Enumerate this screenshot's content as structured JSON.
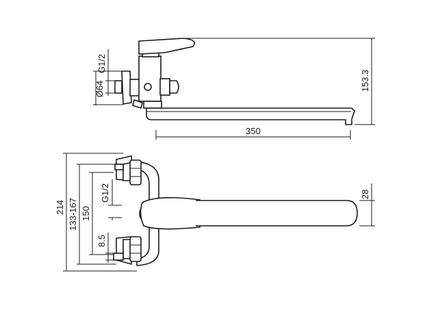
{
  "dimensions": {
    "thread_side": "G1/2",
    "diameter": "Ø64",
    "height": "153.3",
    "spout_length": "350",
    "thread_front": "G1/2",
    "offset": "8.5",
    "center": "150",
    "adjust": "133-167",
    "overall": "214",
    "spout_height": "28"
  },
  "colors": {
    "line": "#1a1a1a",
    "background": "#ffffff"
  }
}
